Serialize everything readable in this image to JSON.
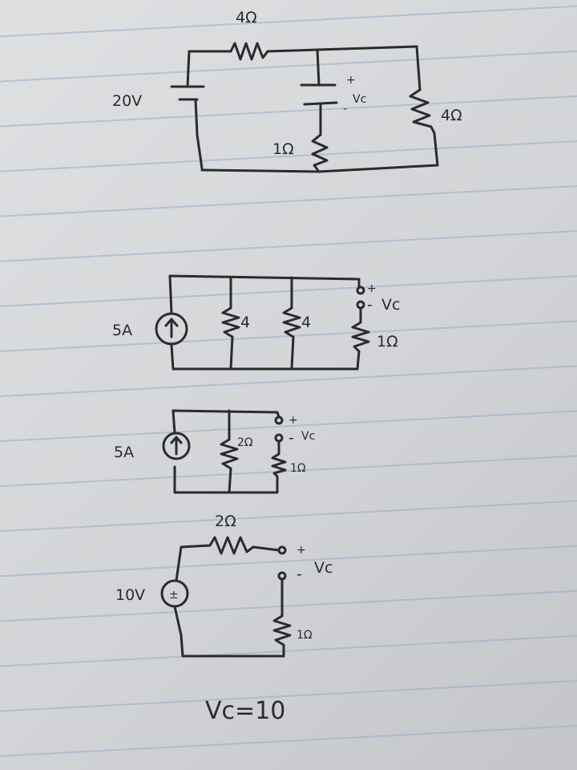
{
  "circuit1": {
    "source_label": "20V",
    "top_resistor_label": "4Ω",
    "right_resistor_label": "4Ω",
    "middle_resistor_label": "1Ω",
    "plus_sign": "+",
    "minus_sign": "-",
    "voltage_label": "Vc"
  },
  "circuit2": {
    "source_label": "5A",
    "r1_label": "4",
    "r2_label": "4",
    "r3_label": "1Ω",
    "plus_sign": "+",
    "minus_sign": "-",
    "voltage_label": "Vc"
  },
  "circuit3": {
    "source_label": "5A",
    "r1_label": "2Ω",
    "r2_label": "1Ω",
    "plus_sign": "+",
    "minus_sign": "-",
    "voltage_label": "Vc"
  },
  "circuit4": {
    "source_label": "10V",
    "source_symbol": "±",
    "r1_label": "2Ω",
    "r2_label": "1Ω",
    "plus_sign": "+",
    "minus_sign": "-",
    "voltage_label": "Vc"
  },
  "result": {
    "text": "Vc=10"
  }
}
